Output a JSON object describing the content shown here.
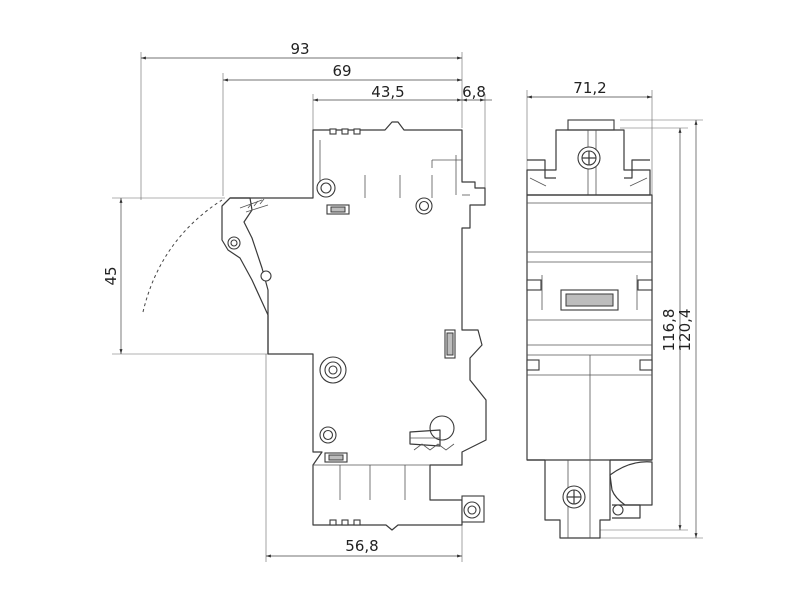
{
  "dimensions": {
    "side_total_depth": "93",
    "side_depth_69": "69",
    "side_depth_43": "43,5",
    "side_offset": "6,8",
    "side_base_width": "56,8",
    "side_height_45": "45",
    "front_width": "71,2",
    "front_height_inner": "116,8",
    "front_height_outer": "120,4"
  }
}
